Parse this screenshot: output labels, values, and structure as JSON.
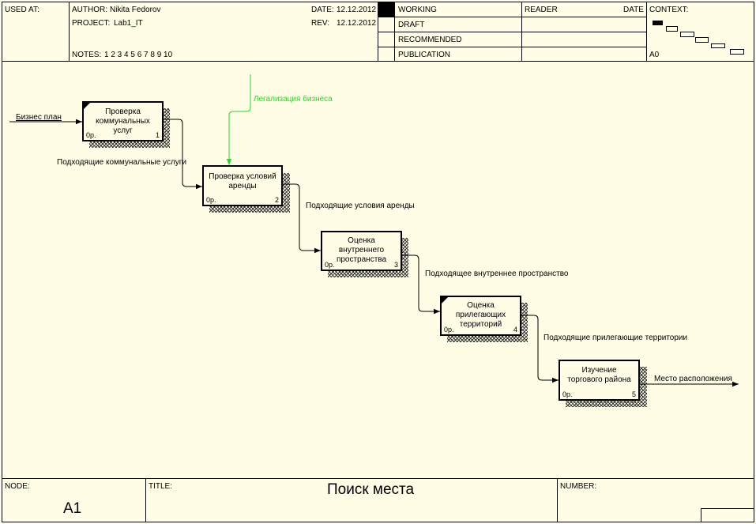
{
  "header": {
    "used_at": "USED AT:",
    "author_label": "AUTHOR:",
    "author": "Nikita Fedorov",
    "project_label": "PROJECT:",
    "project": "Lab1_IT",
    "date_label": "DATE:",
    "date": "12.12.2012",
    "rev_label": "REV:",
    "rev": "12.12.2012",
    "notes_label": "NOTES:",
    "notes": "1  2  3  4  5  6  7  8  9  10",
    "status": [
      "WORKING",
      "DRAFT",
      "RECOMMENDED",
      "PUBLICATION"
    ],
    "reader": "READER",
    "reader_date": "DATE",
    "context": "CONTEXT:",
    "context_node": "A0"
  },
  "footer": {
    "node_label": "NODE:",
    "node": "A1",
    "title_label": "TITLE:",
    "title": "Поиск места",
    "number_label": "NUMBER:"
  },
  "activities": [
    {
      "label": "Проверка коммунальных услуг",
      "cost": "0р.",
      "number": "1"
    },
    {
      "label": "Проверка условий аренды",
      "cost": "0р.",
      "number": "2"
    },
    {
      "label": "Оценка внутреннего пространства",
      "cost": "0р.",
      "number": "3"
    },
    {
      "label": "Оценка прилегающих территорий",
      "cost": "0р.",
      "number": "4"
    },
    {
      "label": "Изучение торгового района",
      "cost": "0р.",
      "number": "5"
    }
  ],
  "arrows": {
    "input": "Бизнес план",
    "control": "Легализация бизнеса",
    "flow1": "Подходящие коммунальные услуги",
    "flow2": "Подходящие условия аренды",
    "flow3": "Подходящее внутреннее пространство",
    "flow4": "Подходящие прилегающие территории",
    "output": "Место расположения"
  },
  "colors": {
    "background": "#fffde6",
    "line": "#000000",
    "control_arrow": "#22dd22"
  }
}
